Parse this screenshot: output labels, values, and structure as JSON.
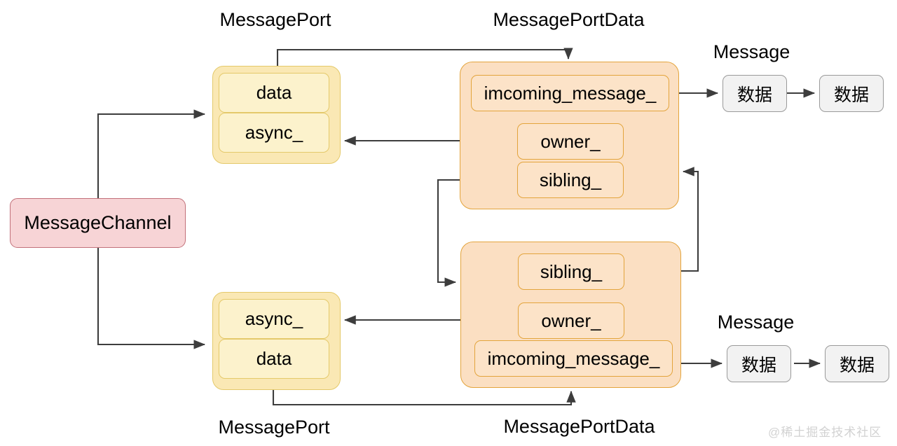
{
  "diagram": {
    "title_labels": {
      "top_left_port": "MessagePort",
      "top_right_portdata": "MessagePortData",
      "top_message": "Message",
      "bottom_left_port": "MessagePort",
      "bottom_right_portdata": "MessagePortData",
      "bottom_message": "Message"
    },
    "channel": {
      "label": "MessageChannel",
      "fill": "#F7D4D6",
      "stroke": "#C2717A"
    },
    "top_port": {
      "fill": "#FAE8B4",
      "stroke": "#E4C96A",
      "fields": [
        {
          "label": "data"
        },
        {
          "label": "async_"
        }
      ]
    },
    "bottom_port": {
      "fill": "#FAE8B4",
      "stroke": "#E4C96A",
      "fields": [
        {
          "label": "async_"
        },
        {
          "label": "data"
        }
      ]
    },
    "top_portdata": {
      "fill": "#FBDFC2",
      "stroke": "#E3A43C",
      "fields": [
        {
          "label": "imcoming_message_"
        },
        {
          "label": "owner_"
        },
        {
          "label": "sibling_"
        }
      ]
    },
    "bottom_portdata": {
      "fill": "#FBDFC2",
      "stroke": "#E3A43C",
      "fields": [
        {
          "label": "sibling_"
        },
        {
          "label": "owner_"
        },
        {
          "label": "imcoming_message_"
        }
      ]
    },
    "top_messages": [
      {
        "label": "数据"
      },
      {
        "label": "数据"
      }
    ],
    "bottom_messages": [
      {
        "label": "数据"
      },
      {
        "label": "数据"
      }
    ],
    "edge_color": "#3D3D3D",
    "watermark": "@稀土掘金技术社区"
  }
}
